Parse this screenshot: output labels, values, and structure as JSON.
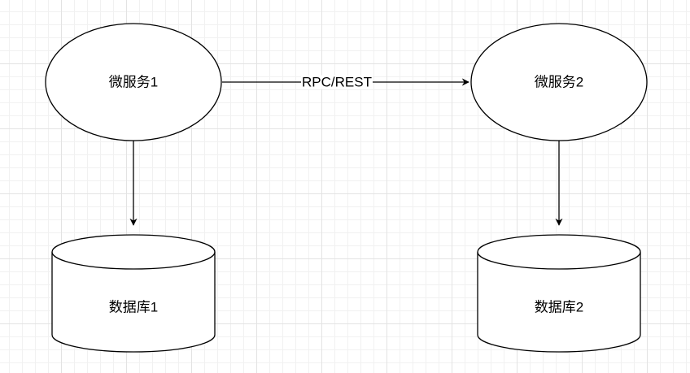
{
  "nodes": {
    "service1": {
      "label": "微服务1"
    },
    "service2": {
      "label": "微服务2"
    },
    "db1": {
      "label": "数据库1"
    },
    "db2": {
      "label": "数据库2"
    }
  },
  "edges": {
    "service1_to_service2": {
      "label": "RPC/REST"
    }
  },
  "colors": {
    "stroke": "#000000",
    "fill": "#ffffff",
    "grid": "#e3e3e3"
  }
}
